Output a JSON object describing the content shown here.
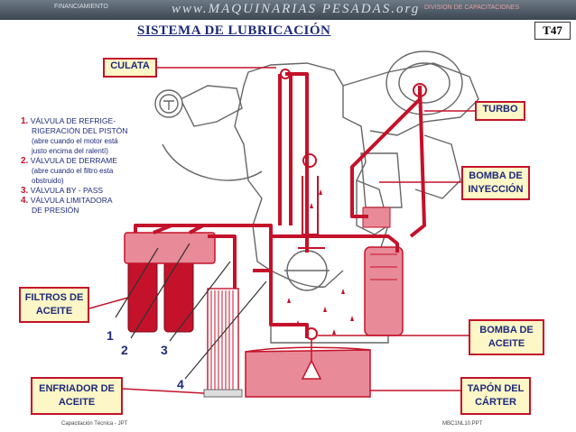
{
  "banner": {
    "site": "www.MAQUINARIAS PESADAS.org",
    "left_small": "FINANCIAMIENTO",
    "right_small": "DIVISION DE CAPACITACIONES"
  },
  "title": "SISTEMA DE LUBRICACIÓN",
  "page_tag": "T47",
  "labels": {
    "culata": "CULATA",
    "turbo": "TURBO",
    "bomba_inyeccion": [
      "BOMBA DE",
      "INYECCIÓN"
    ],
    "filtros_aceite": [
      "FILTROS DE",
      "ACEITE"
    ],
    "bomba_aceite": [
      "BOMBA DE",
      "ACEITE"
    ],
    "enfriador_aceite": [
      "ENFRIADOR DE",
      "ACEITE"
    ],
    "tapon_carter": [
      "TAPÓN DEL",
      "CÁRTER"
    ]
  },
  "legend": [
    {
      "num": "1.",
      "text": [
        "VÁLVULA DE REFRIGE-",
        "RIGERACIÓN DEL PISTÓN"
      ],
      "notes": [
        "(abre cuando el motor está",
        "justo encima del ralentí)"
      ]
    },
    {
      "num": "2.",
      "text": [
        "VÁLVULA DE DERRAME"
      ],
      "notes": [
        "(abre cuando el filtro esta",
        "obstruido)"
      ]
    },
    {
      "num": "3.",
      "text": [
        "VÁLVULA BY - PASS"
      ],
      "notes": []
    },
    {
      "num": "4.",
      "text": [
        "VÁLVULA LIMITADORA",
        "DE PRESIÓN"
      ],
      "notes": []
    }
  ],
  "callouts": [
    "1",
    "2",
    "3",
    "4"
  ],
  "footer": {
    "left": "Capacitación Técnica - JPT",
    "right": "MBC1NL10.PPT"
  },
  "colors": {
    "oil": "#c4122a",
    "oil_light": "#e88a98",
    "label_bg": "#fdf6c6",
    "text_blue": "#1d2a7a"
  }
}
